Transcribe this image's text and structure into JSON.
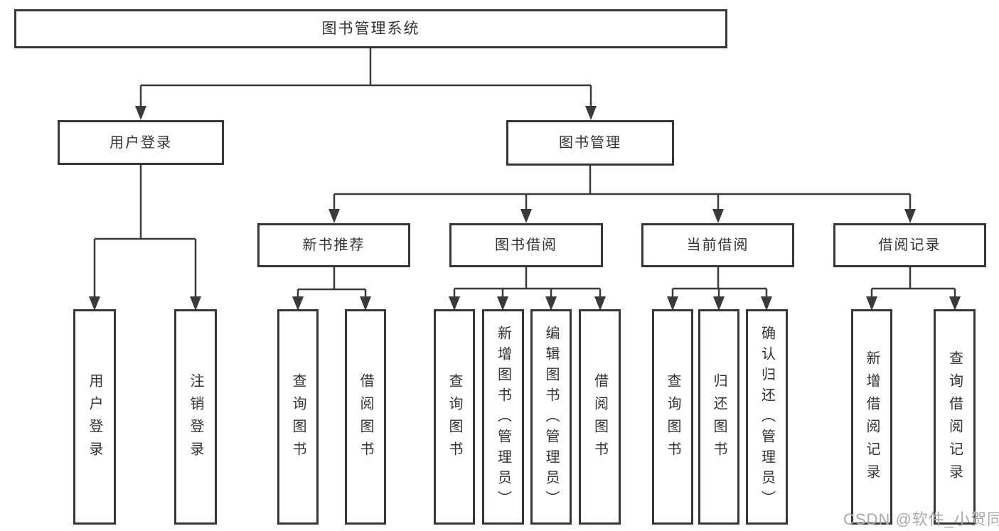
{
  "root": {
    "label": "图书管理系统"
  },
  "branches": [
    {
      "label": "用户登录",
      "children": [
        {
          "label": "用户登录"
        },
        {
          "label": "注销登录"
        }
      ]
    },
    {
      "label": "图书管理",
      "children": [
        {
          "label": "新书推荐",
          "children": [
            {
              "label": "查询图书"
            },
            {
              "label": "借阅图书"
            }
          ]
        },
        {
          "label": "图书借阅",
          "children": [
            {
              "label": "查询图书"
            },
            {
              "label": "新增图书（管理员）"
            },
            {
              "label": "编辑图书（管理员）"
            },
            {
              "label": "借阅图书"
            }
          ]
        },
        {
          "label": "当前借阅",
          "children": [
            {
              "label": "查询图书"
            },
            {
              "label": "归还图书"
            },
            {
              "label": "确认归还（管理员）"
            }
          ]
        },
        {
          "label": "借阅记录",
          "children": [
            {
              "label": "新增借阅记录"
            },
            {
              "label": "查询借阅记录"
            }
          ]
        }
      ]
    }
  ],
  "watermark": "CSDN @软件_小贺同学",
  "colors": {
    "line": "#3a3a3a",
    "box_border": "#363636",
    "text": "#333333",
    "watermark": "#ababab",
    "background": "#ffffff"
  }
}
